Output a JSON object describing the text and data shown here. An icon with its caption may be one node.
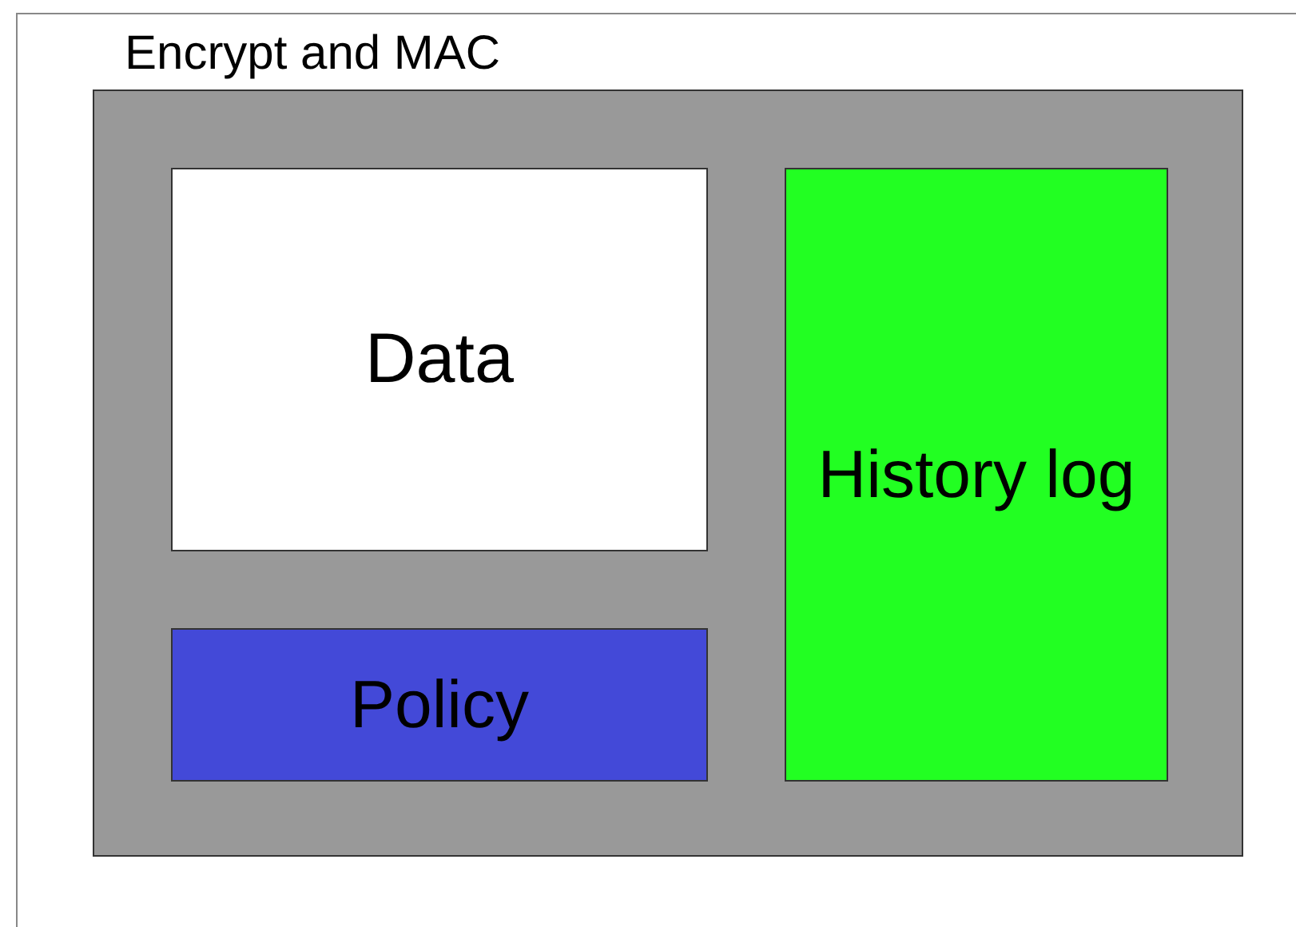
{
  "diagram": {
    "nodes": [
      {
        "text": [
          "Encrypt and MAC"
        ]
      },
      {
        "text": [
          "Data"
        ],
        "in": 0
      },
      {
        "text": [
          "History log"
        ],
        "in": 0
      },
      {
        "text": [
          "Policy"
        ],
        "in": 0
      }
    ]
  }
}
